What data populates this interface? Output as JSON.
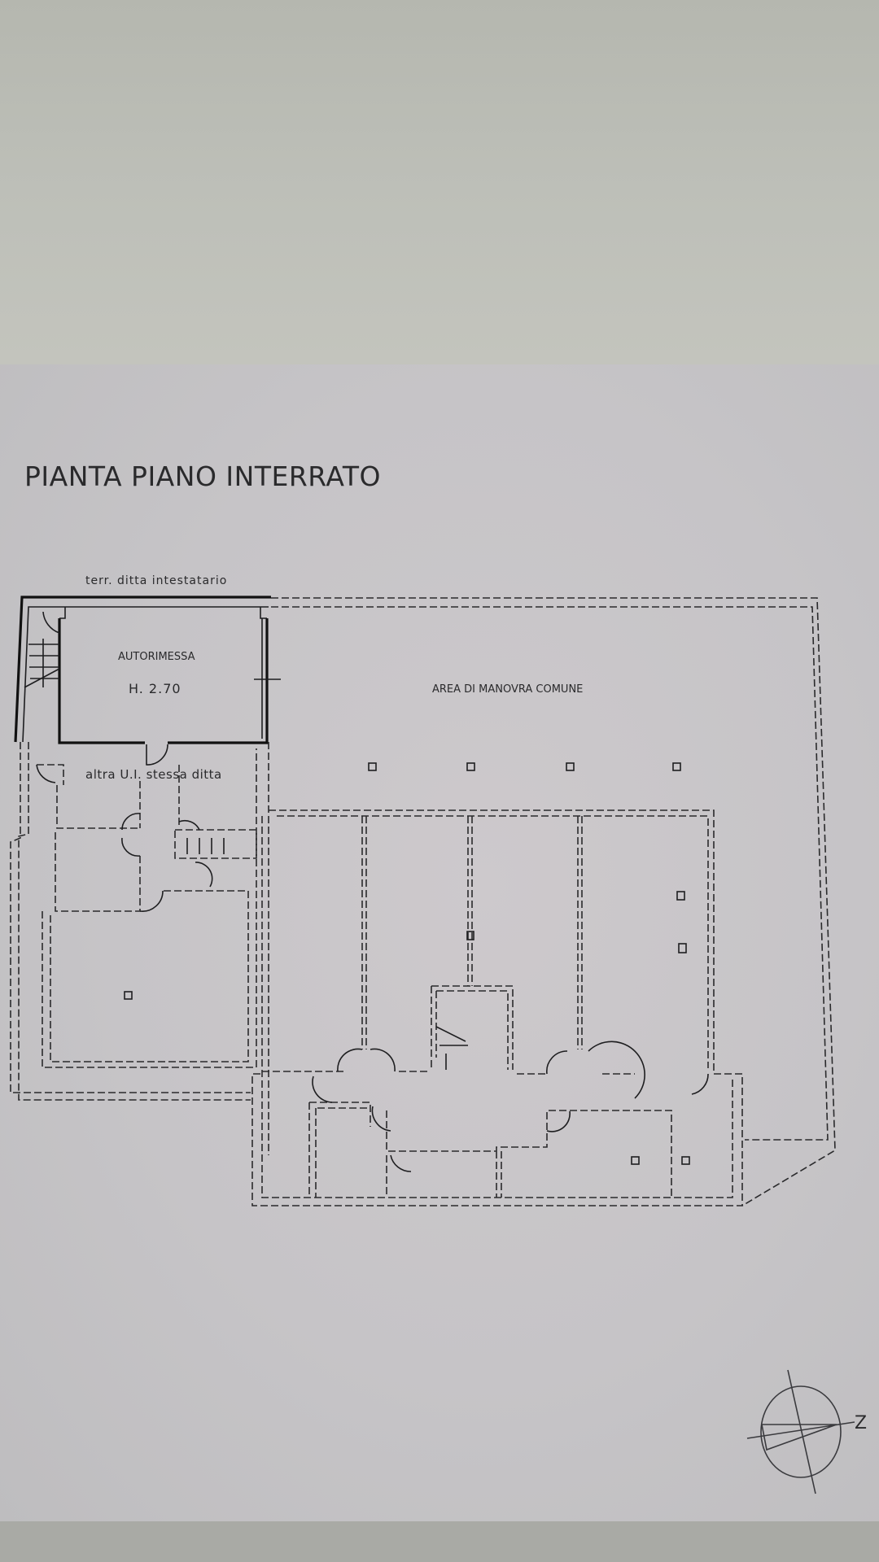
{
  "drawing": {
    "title": "PIANTA PIANO INTERRATO",
    "labels": {
      "neighbor_land": "terr. ditta intestatario",
      "garage": "AUTORIMESSA",
      "garage_height": "H. 2.70",
      "common_area": "AREA DI MANOVRA COMUNE",
      "other_unit": "altra U.I. stessa ditta"
    },
    "compass": {
      "icon": "north-arrow-icon",
      "letter": "Z"
    }
  }
}
